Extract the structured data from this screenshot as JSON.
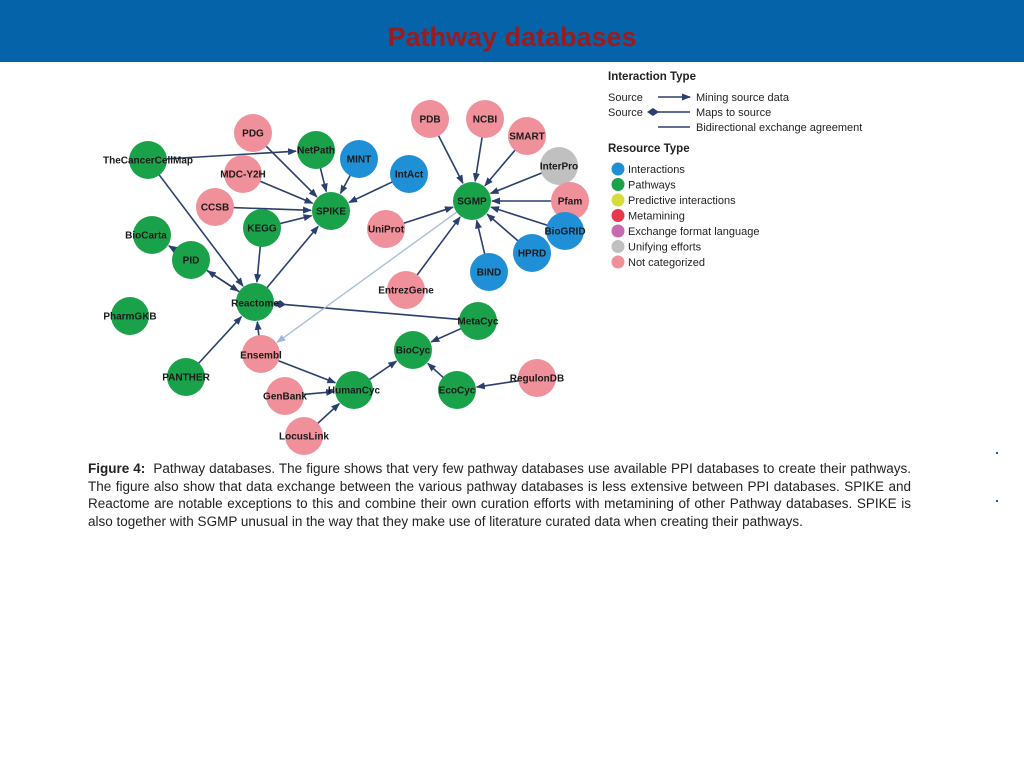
{
  "slide": {
    "title": "Pathway databases"
  },
  "legend": {
    "interaction_title": "Interaction Type",
    "interaction_items": [
      {
        "from": "Source",
        "label": "Mining source data",
        "style": "arrow"
      },
      {
        "from": "Source",
        "label": "Maps to source",
        "style": "diamond"
      },
      {
        "from": "",
        "label": "Bidirectional exchange agreement",
        "style": "line"
      }
    ],
    "resource_title": "Resource Type",
    "resource_items": [
      {
        "label": "Interactions",
        "color": "#1f8fd6"
      },
      {
        "label": "Pathways",
        "color": "#1aa24b"
      },
      {
        "label": "Predictive interactions",
        "color": "#d8dc3a"
      },
      {
        "label": "Metamining",
        "color": "#e8384a"
      },
      {
        "label": "Exchange format language",
        "color": "#c86ab0"
      },
      {
        "label": "Unifying efforts",
        "color": "#c0c0c0"
      },
      {
        "label": "Not categorized",
        "color": "#f0909a"
      }
    ]
  },
  "graph": {
    "nodes": [
      {
        "id": "TheCancerCellMap",
        "label": "TheCancerCellMap",
        "type": "Pathways"
      },
      {
        "id": "PDG",
        "label": "PDG",
        "type": "Not categorized"
      },
      {
        "id": "NetPath",
        "label": "NetPath",
        "type": "Pathways"
      },
      {
        "id": "MINT",
        "label": "MINT",
        "type": "Interactions"
      },
      {
        "id": "IntAct",
        "label": "IntAct",
        "type": "Interactions"
      },
      {
        "id": "MDC-Y2H",
        "label": "MDC-Y2H",
        "type": "Not categorized"
      },
      {
        "id": "CCSB",
        "label": "CCSB",
        "type": "Not categorized"
      },
      {
        "id": "SPIKE",
        "label": "SPIKE",
        "type": "Pathways"
      },
      {
        "id": "KEGG",
        "label": "KEGG",
        "type": "Pathways"
      },
      {
        "id": "BioCarta",
        "label": "BioCarta",
        "type": "Pathways"
      },
      {
        "id": "PID",
        "label": "PID",
        "type": "Pathways"
      },
      {
        "id": "Reactome",
        "label": "Reactome",
        "type": "Pathways"
      },
      {
        "id": "PharmGKB",
        "label": "PharmGKB",
        "type": "Pathways"
      },
      {
        "id": "PANTHER",
        "label": "PANTHER",
        "type": "Pathways"
      },
      {
        "id": "Ensembl",
        "label": "Ensembl",
        "type": "Not categorized"
      },
      {
        "id": "GenBank",
        "label": "GenBank",
        "type": "Not categorized"
      },
      {
        "id": "HumanCyc",
        "label": "HumanCyc",
        "type": "Pathways"
      },
      {
        "id": "LocusLink",
        "label": "LocusLink",
        "type": "Not categorized"
      },
      {
        "id": "BioCyc",
        "label": "BioCyc",
        "type": "Pathways"
      },
      {
        "id": "MetaCyc",
        "label": "MetaCyc",
        "type": "Pathways"
      },
      {
        "id": "EcoCyc",
        "label": "EcoCyc",
        "type": "Pathways"
      },
      {
        "id": "RegulonDB",
        "label": "RegulonDB",
        "type": "Not categorized"
      },
      {
        "id": "PDB",
        "label": "PDB",
        "type": "Not categorized"
      },
      {
        "id": "NCBI",
        "label": "NCBI",
        "type": "Not categorized"
      },
      {
        "id": "SMART",
        "label": "SMART",
        "type": "Not categorized"
      },
      {
        "id": "InterPro",
        "label": "InterPro",
        "type": "Unifying efforts"
      },
      {
        "id": "SGMP",
        "label": "SGMP",
        "type": "Pathways"
      },
      {
        "id": "Pfam",
        "label": "Pfam",
        "type": "Not categorized"
      },
      {
        "id": "UniProt",
        "label": "UniProt",
        "type": "Not categorized"
      },
      {
        "id": "BioGRID",
        "label": "BioGRID",
        "type": "Interactions"
      },
      {
        "id": "HPRD",
        "label": "HPRD",
        "type": "Interactions"
      },
      {
        "id": "BIND",
        "label": "BIND",
        "type": "Interactions"
      },
      {
        "id": "EntrezGene",
        "label": "EntrezGene",
        "type": "Not categorized"
      }
    ],
    "edges": [
      {
        "from": "TheCancerCellMap",
        "to": "NetPath",
        "type": "arrow"
      },
      {
        "from": "TheCancerCellMap",
        "to": "Reactome",
        "type": "arrow"
      },
      {
        "from": "PDG",
        "to": "SPIKE",
        "type": "arrow"
      },
      {
        "from": "NetPath",
        "to": "SPIKE",
        "type": "arrow"
      },
      {
        "from": "MINT",
        "to": "SPIKE",
        "type": "arrow"
      },
      {
        "from": "IntAct",
        "to": "SPIKE",
        "type": "arrow"
      },
      {
        "from": "MDC-Y2H",
        "to": "SPIKE",
        "type": "arrow"
      },
      {
        "from": "CCSB",
        "to": "SPIKE",
        "type": "arrow"
      },
      {
        "from": "KEGG",
        "to": "SPIKE",
        "type": "arrow"
      },
      {
        "from": "Reactome",
        "to": "SPIKE",
        "type": "arrow"
      },
      {
        "from": "KEGG",
        "to": "Reactome",
        "type": "arrow"
      },
      {
        "from": "PID",
        "to": "BioCarta",
        "type": "arrow"
      },
      {
        "from": "PID",
        "to": "Reactome",
        "type": "arrow"
      },
      {
        "from": "Reactome",
        "to": "PID",
        "type": "arrow"
      },
      {
        "from": "PANTHER",
        "to": "Reactome",
        "type": "arrow"
      },
      {
        "from": "Ensembl",
        "to": "Reactome",
        "type": "arrow"
      },
      {
        "from": "MetaCyc",
        "to": "Reactome",
        "type": "diamond"
      },
      {
        "from": "Ensembl",
        "to": "HumanCyc",
        "type": "arrow"
      },
      {
        "from": "GenBank",
        "to": "HumanCyc",
        "type": "arrow"
      },
      {
        "from": "LocusLink",
        "to": "HumanCyc",
        "type": "arrow"
      },
      {
        "from": "HumanCyc",
        "to": "BioCyc",
        "type": "arrow"
      },
      {
        "from": "MetaCyc",
        "to": "BioCyc",
        "type": "arrow"
      },
      {
        "from": "EcoCyc",
        "to": "BioCyc",
        "type": "arrow"
      },
      {
        "from": "RegulonDB",
        "to": "EcoCyc",
        "type": "arrow"
      },
      {
        "from": "PDB",
        "to": "SGMP",
        "type": "arrow"
      },
      {
        "from": "NCBI",
        "to": "SGMP",
        "type": "arrow"
      },
      {
        "from": "SMART",
        "to": "SGMP",
        "type": "arrow"
      },
      {
        "from": "InterPro",
        "to": "SGMP",
        "type": "arrow"
      },
      {
        "from": "Pfam",
        "to": "SGMP",
        "type": "arrow"
      },
      {
        "from": "BioGRID",
        "to": "SGMP",
        "type": "arrow"
      },
      {
        "from": "HPRD",
        "to": "SGMP",
        "type": "arrow"
      },
      {
        "from": "BIND",
        "to": "SGMP",
        "type": "arrow"
      },
      {
        "from": "EntrezGene",
        "to": "SGMP",
        "type": "arrow"
      },
      {
        "from": "UniProt",
        "to": "SGMP",
        "type": "arrow"
      },
      {
        "from": "SGMP",
        "to": "Ensembl",
        "type": "arrow-light"
      }
    ]
  },
  "caption": {
    "label": "Figure 4:",
    "text": "Pathway databases. The figure shows that very few pathway databases use available PPI databases to create their pathways. The figure also show that data exchange between the various pathway databases is less extensive between PPI databases. SPIKE and Reactome are notable exceptions to this and combine their own curation efforts with metamining of other Pathway databases. SPIKE is also together with SGMP unusual in the way that they make use of literature curated data when creating their pathways."
  }
}
